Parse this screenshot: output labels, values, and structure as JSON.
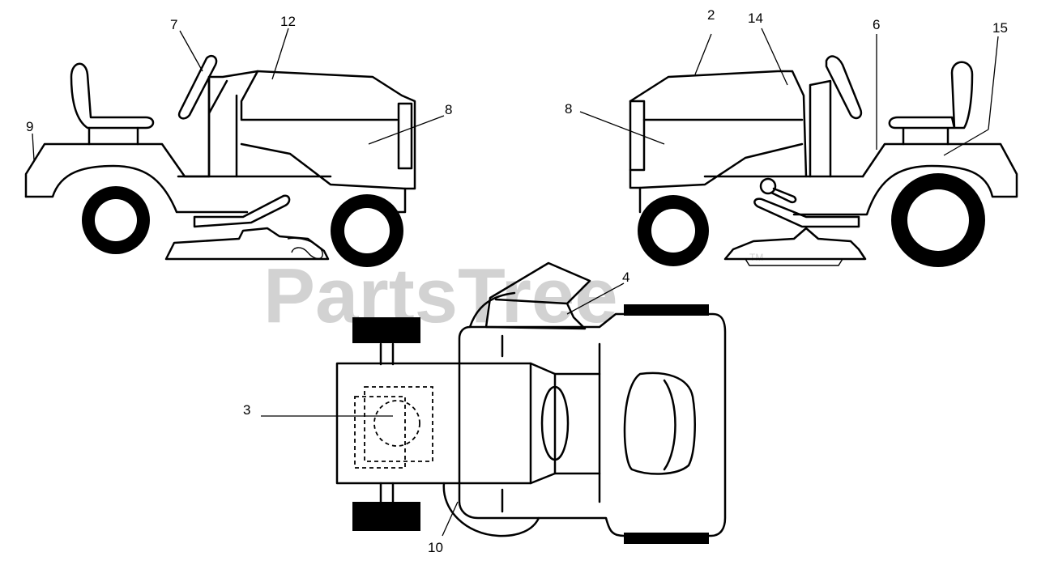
{
  "watermark": {
    "text": "PartsTree",
    "tm": "TM"
  },
  "callouts": {
    "c2": "2",
    "c3": "3",
    "c4": "4",
    "c6": "6",
    "c7": "7",
    "c8_left": "8",
    "c8_right": "8",
    "c9": "9",
    "c10": "10",
    "c12": "12",
    "c14": "14",
    "c15": "15"
  }
}
